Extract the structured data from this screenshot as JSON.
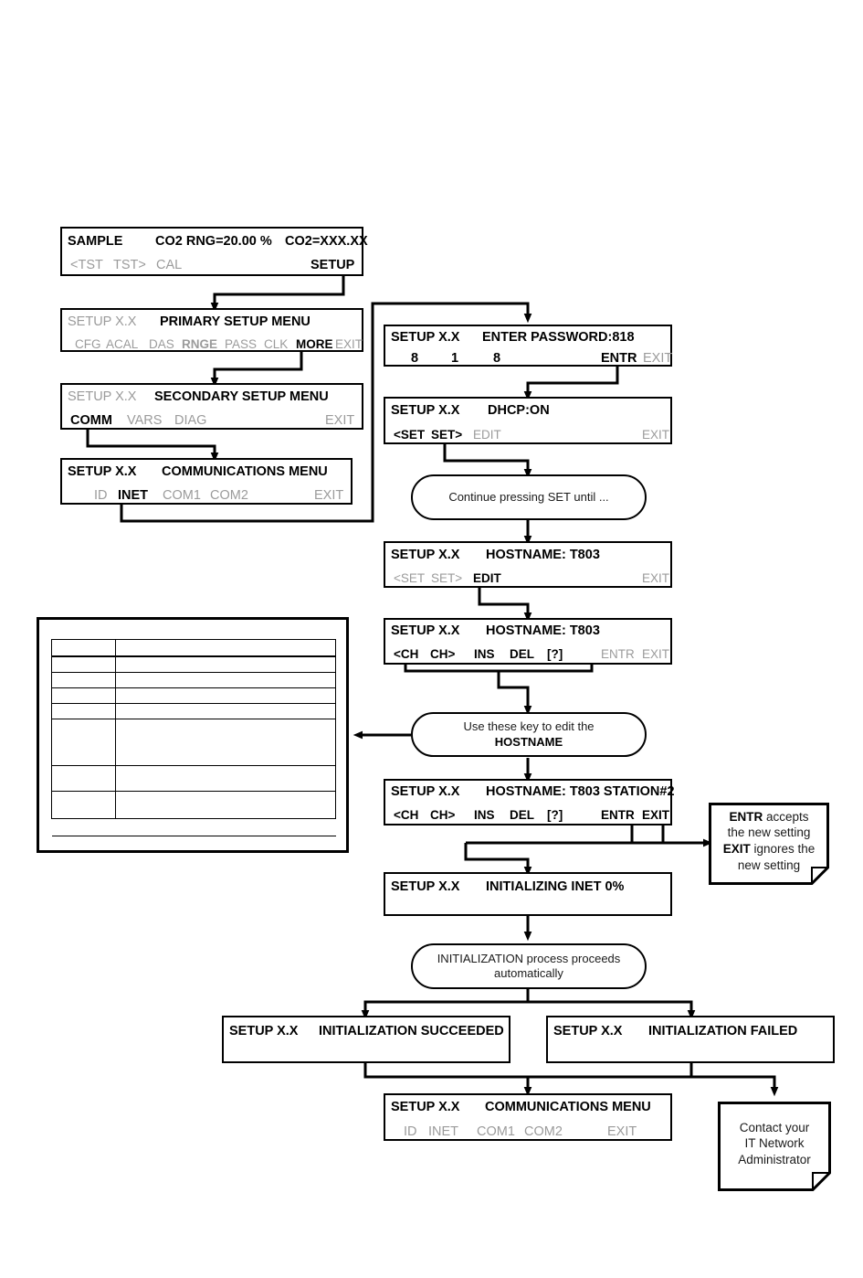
{
  "diagram": {
    "title": "INET HOSTNAME setup flowchart",
    "accent_color": "#000000",
    "inactive_color": "#9b9b9b"
  },
  "screens": {
    "sample": {
      "status": "SAMPLE",
      "range": "CO2 RNG=20.00 %",
      "reading": "CO2=XXX.XX",
      "keys": [
        "<TST",
        "TST>",
        "CAL",
        "SETUP"
      ],
      "active_key": "SETUP"
    },
    "primary_setup": {
      "mode": "SETUP X.X",
      "title": "PRIMARY SETUP MENU",
      "keys": [
        "CFG",
        "ACAL",
        "DAS",
        "RNGE",
        "PASS",
        "CLK",
        "MORE",
        "EXIT"
      ],
      "active_key": "MORE",
      "emphasis_key": "RNGE"
    },
    "secondary_setup": {
      "mode": "SETUP X.X",
      "title": "SECONDARY SETUP MENU",
      "keys": [
        "COMM",
        "VARS",
        "DIAG",
        "EXIT"
      ],
      "active_key": "COMM"
    },
    "comm_menu": {
      "mode": "SETUP X.X",
      "title": "COMMUNICATIONS MENU",
      "keys": [
        "ID",
        "INET",
        "COM1",
        "COM2",
        "EXIT"
      ],
      "active_key": "INET"
    },
    "password": {
      "mode": "SETUP X.X",
      "title": "ENTER PASSWORD:818",
      "digits": [
        "8",
        "1",
        "8"
      ],
      "keys": [
        "ENTR",
        "EXIT"
      ],
      "active_key": "ENTR"
    },
    "dhcp": {
      "mode": "SETUP X.X",
      "title": "DHCP:ON",
      "keys": [
        "<SET",
        "SET>",
        "EDIT",
        "EXIT"
      ],
      "active_key": "<SET SET>"
    },
    "hostname_view": {
      "mode": "SETUP X.X",
      "title": "HOSTNAME: T803",
      "keys": [
        "<SET",
        "SET>",
        "EDIT",
        "EXIT"
      ],
      "active_key": "EDIT"
    },
    "hostname_edit": {
      "mode": "SETUP X.X",
      "title": "HOSTNAME: T803",
      "keys": [
        "<CH",
        "CH>",
        "INS",
        "DEL",
        "[?]",
        "ENTR",
        "EXIT"
      ],
      "active_keys": [
        "<CH",
        "CH>",
        "INS",
        "DEL",
        "[?]"
      ]
    },
    "hostname_edited": {
      "mode": "SETUP X.X",
      "title": "HOSTNAME: T803 STATION#2",
      "keys": [
        "<CH",
        "CH>",
        "INS",
        "DEL",
        "[?]",
        "ENTR",
        "EXIT"
      ],
      "active_keys": [
        "<CH",
        "CH>",
        "INS",
        "DEL",
        "[?]",
        "ENTR",
        "EXIT"
      ]
    },
    "initializing": {
      "mode": "SETUP X.X",
      "title": "INITIALIZING INET  0%",
      "progress_percent": "0%"
    },
    "init_succeeded": {
      "mode": "SETUP X.X",
      "title": "INITIALIZATION SUCCEEDED"
    },
    "init_failed": {
      "mode": "SETUP X.X",
      "title": "INITIALIZATION FAILED"
    },
    "comm_menu_end": {
      "mode": "SETUP X.X",
      "title": "COMMUNICATIONS MENU",
      "keys": [
        "ID",
        "INET",
        "COM1",
        "COM2",
        "EXIT"
      ]
    }
  },
  "annotations": {
    "continue_set": "Continue pressing SET until ...",
    "edit_keys_prefix": "Use these key to edit the ",
    "edit_keys_bold": "HOSTNAME",
    "init_auto_line1": "INITIALIZATION process proceeds",
    "init_auto_line2": "automatically",
    "entr_note": {
      "l1_bold": "ENTR",
      "l1_rest": " accepts",
      "l2": "the new setting",
      "l3_bold": "EXIT",
      "l3_rest": " ignores the",
      "l4": "new setting"
    },
    "contact_note": {
      "l1": "Contact your",
      "l2": "IT Network",
      "l3": "Administrator"
    }
  },
  "key_table": {
    "columns": [
      "",
      ""
    ],
    "rows": [
      {
        "key": "",
        "desc": "",
        "h": 17
      },
      {
        "key": "",
        "desc": "",
        "h": 16
      },
      {
        "key": "",
        "desc": "",
        "h": 16
      },
      {
        "key": "",
        "desc": "",
        "h": 16
      },
      {
        "key": "",
        "desc": "",
        "h": 16
      },
      {
        "key": "",
        "desc": "",
        "h": 50
      },
      {
        "key": "",
        "desc": "",
        "h": 27
      },
      {
        "key": "",
        "desc": "",
        "h": 29
      },
      {
        "key": "",
        "desc": "",
        "h": 18
      }
    ]
  }
}
